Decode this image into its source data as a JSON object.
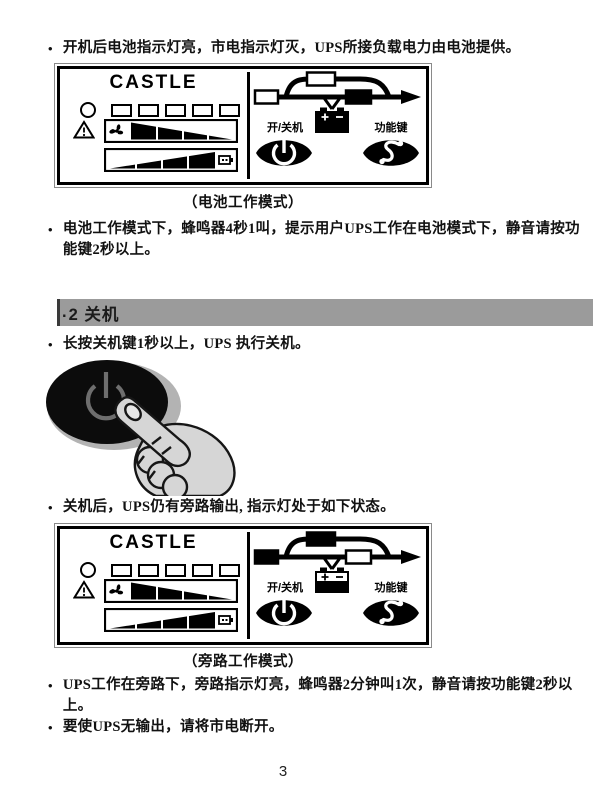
{
  "list": {
    "marker": "•"
  },
  "intro": {
    "bullet": "开机后电池指示灯亮，市电指示灯灭，UPS所接负载电力由电池提供。"
  },
  "battery_mode": {
    "caption": "（电池工作模式）",
    "note": "电池工作模式下，蜂鸣器4秒1叫，提示用户UPS工作在电池模式下，静音请按功能键2秒以上。",
    "flow": {
      "input_fill": "#ffffff",
      "bypass_fill": "#ffffff",
      "inverter_fill": "#000000",
      "battery_head_fill": "#000000",
      "battery_mark_color": "#ffffff"
    }
  },
  "section": {
    "artifact": ".",
    "label": "2 关机"
  },
  "shutdown": {
    "step": "长按关机键1秒以上，UPS 执行关机。",
    "after_note": "关机后，UPS仍有旁路输出, 指示灯处于如下状态。"
  },
  "bypass_mode": {
    "caption": "（旁路工作模式）",
    "note1": "UPS工作在旁路下，旁路指示灯亮，蜂鸣器2分钟叫1次，静音请按功能键2秒以上。",
    "note2": "要使UPS无输出，请将市电断开。",
    "flow": {
      "input_fill": "#000000",
      "bypass_fill": "#000000",
      "inverter_fill": "#ffffff",
      "battery_head_fill": "#ffffff",
      "battery_mark_color": "#000000"
    }
  },
  "panel": {
    "brand": "CASTLE",
    "power_label": "开/关机",
    "function_label": "功能键"
  },
  "colors": {
    "section_bar": "#9b9b9b",
    "panel_border": "#000000"
  },
  "page": {
    "number": "3"
  }
}
